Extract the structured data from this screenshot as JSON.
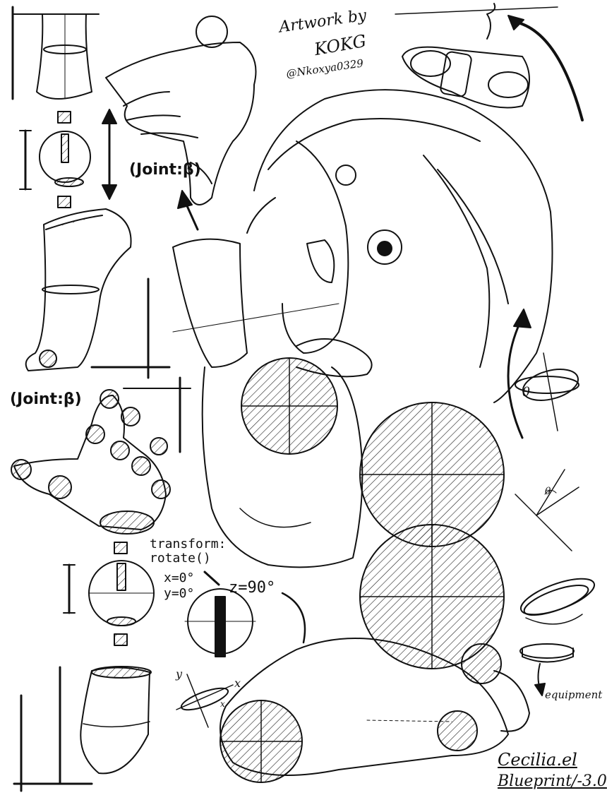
{
  "artwork": {
    "credit_line": "Artwork by",
    "artist_signature": "KOKG",
    "artist_handle": "@Nkoxya0329"
  },
  "labels": {
    "joint_top": "(Joint:β)",
    "joint_left": "(Joint:β)",
    "transform_line1": "transform:",
    "transform_line2": "rotate()",
    "x_rot": "x=0°",
    "y_rot": "y=0°",
    "z_rot": "z=90°",
    "axis_x1": "x",
    "axis_x2": "x",
    "axis_y": "y",
    "theta_1": "θ",
    "theta_2": "θ",
    "equipment": "equipment",
    "title_line1": "Cecilia.el",
    "title_line2": "Blueprint/-3.0"
  },
  "colors": {
    "ink": "#111111",
    "paper": "#ffffff",
    "hatch": "#222222"
  }
}
